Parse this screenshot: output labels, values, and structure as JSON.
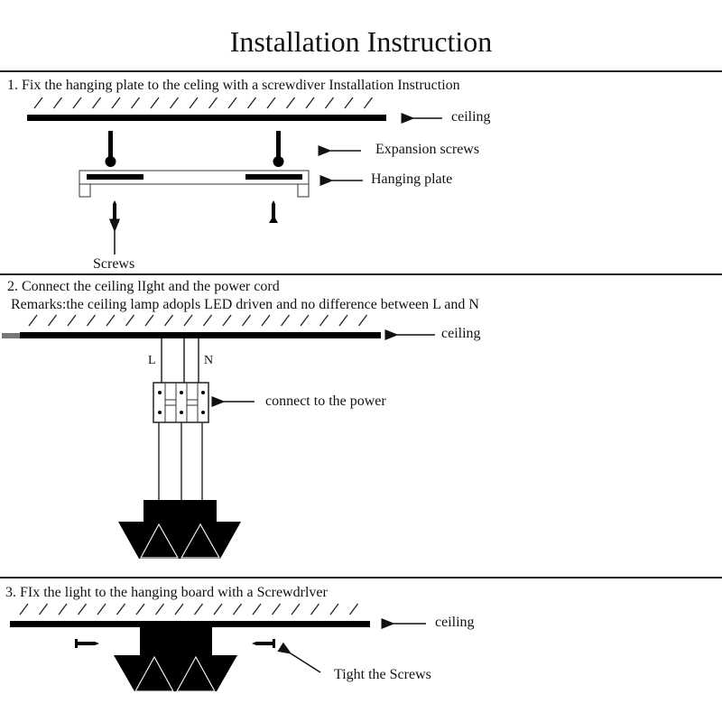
{
  "title": "Installation Instruction",
  "steps": [
    {
      "heading": "1. Fix the hanging plate to the celing with a screwdiver Installation Instruction",
      "labels": {
        "ceiling": "ceiling",
        "expansion_screws": "Expansion screws",
        "hanging_plate": "Hanging plate",
        "screws": "Screws"
      }
    },
    {
      "heading": "2. Connect the ceiling lIght and the power cord",
      "remark": "Remarks:the ceiling lamp adopls LED driven and no difference between L and N",
      "labels": {
        "ceiling": "ceiling",
        "live": "L",
        "neutral": "N",
        "connect": "connect to the power"
      }
    },
    {
      "heading": "3. FIx the light to the hanging board with a Screwdrlver",
      "labels": {
        "ceiling": "ceiling",
        "tight": "Tight the Screws"
      }
    }
  ]
}
